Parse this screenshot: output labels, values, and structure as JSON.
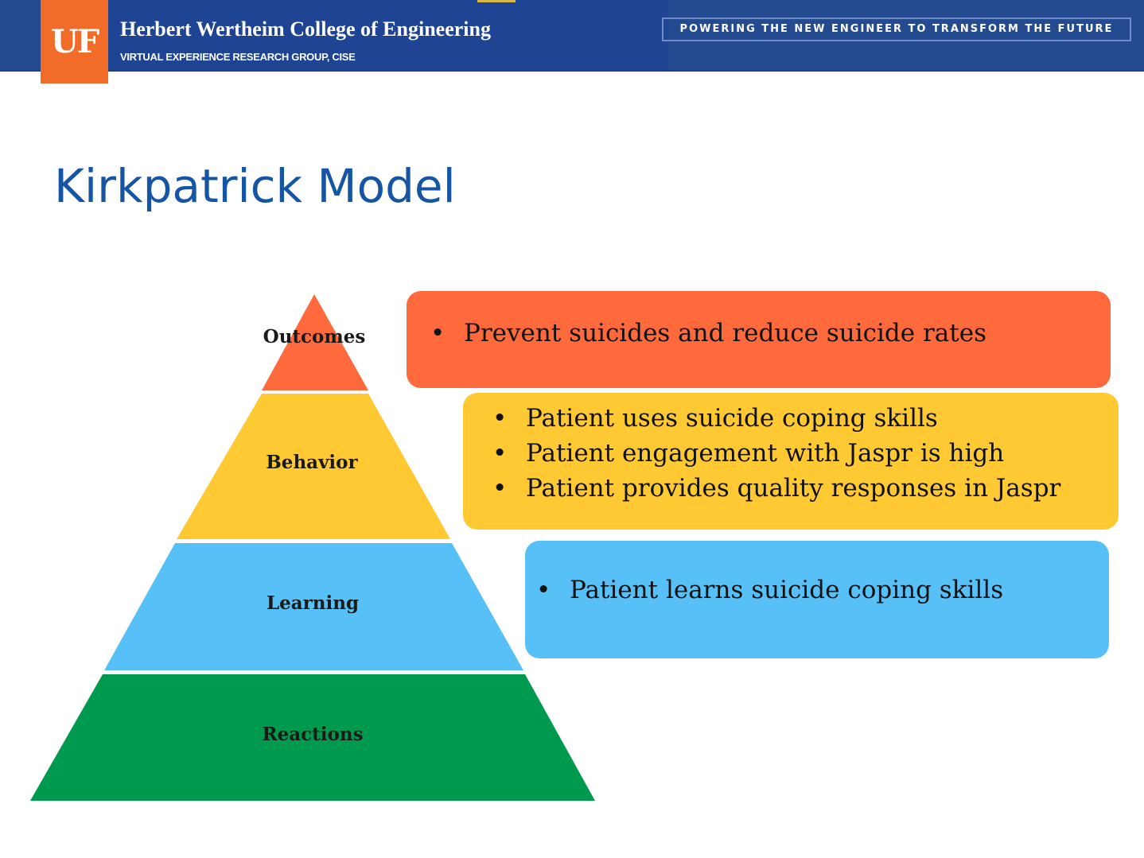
{
  "header": {
    "logo_text": "UF",
    "college_title": "Herbert Wertheim College of Engineering",
    "college_subtitle": "VIRTUAL EXPERIENCE RESEARCH GROUP, CISE",
    "tagline": "POWERING THE NEW ENGINEER TO TRANSFORM THE FUTURE"
  },
  "slide": {
    "title": "Kirkpatrick Model"
  },
  "pyramid": {
    "tiers": [
      {
        "label": "Outcomes",
        "color": "#ff6a3d"
      },
      {
        "label": "Behavior",
        "color": "#ffc933"
      },
      {
        "label": "Learning",
        "color": "#57c1f7"
      },
      {
        "label": "Reactions",
        "color": "#009a4e"
      }
    ]
  },
  "boxes": {
    "outcomes": {
      "color": "#ff6a3d",
      "bullets": [
        "Prevent suicides and reduce suicide rates"
      ]
    },
    "behavior": {
      "color": "#ffc933",
      "bullets": [
        "Patient uses suicide coping skills",
        "Patient engagement with Jaspr is high",
        "Patient provides quality responses in Jaspr"
      ]
    },
    "learning": {
      "color": "#57c1f7",
      "bullets": [
        "Patient learns suicide coping skills"
      ]
    }
  },
  "colors": {
    "header_blue": "#244b8f",
    "uf_orange": "#f26c29",
    "title_blue": "#1655a4"
  }
}
